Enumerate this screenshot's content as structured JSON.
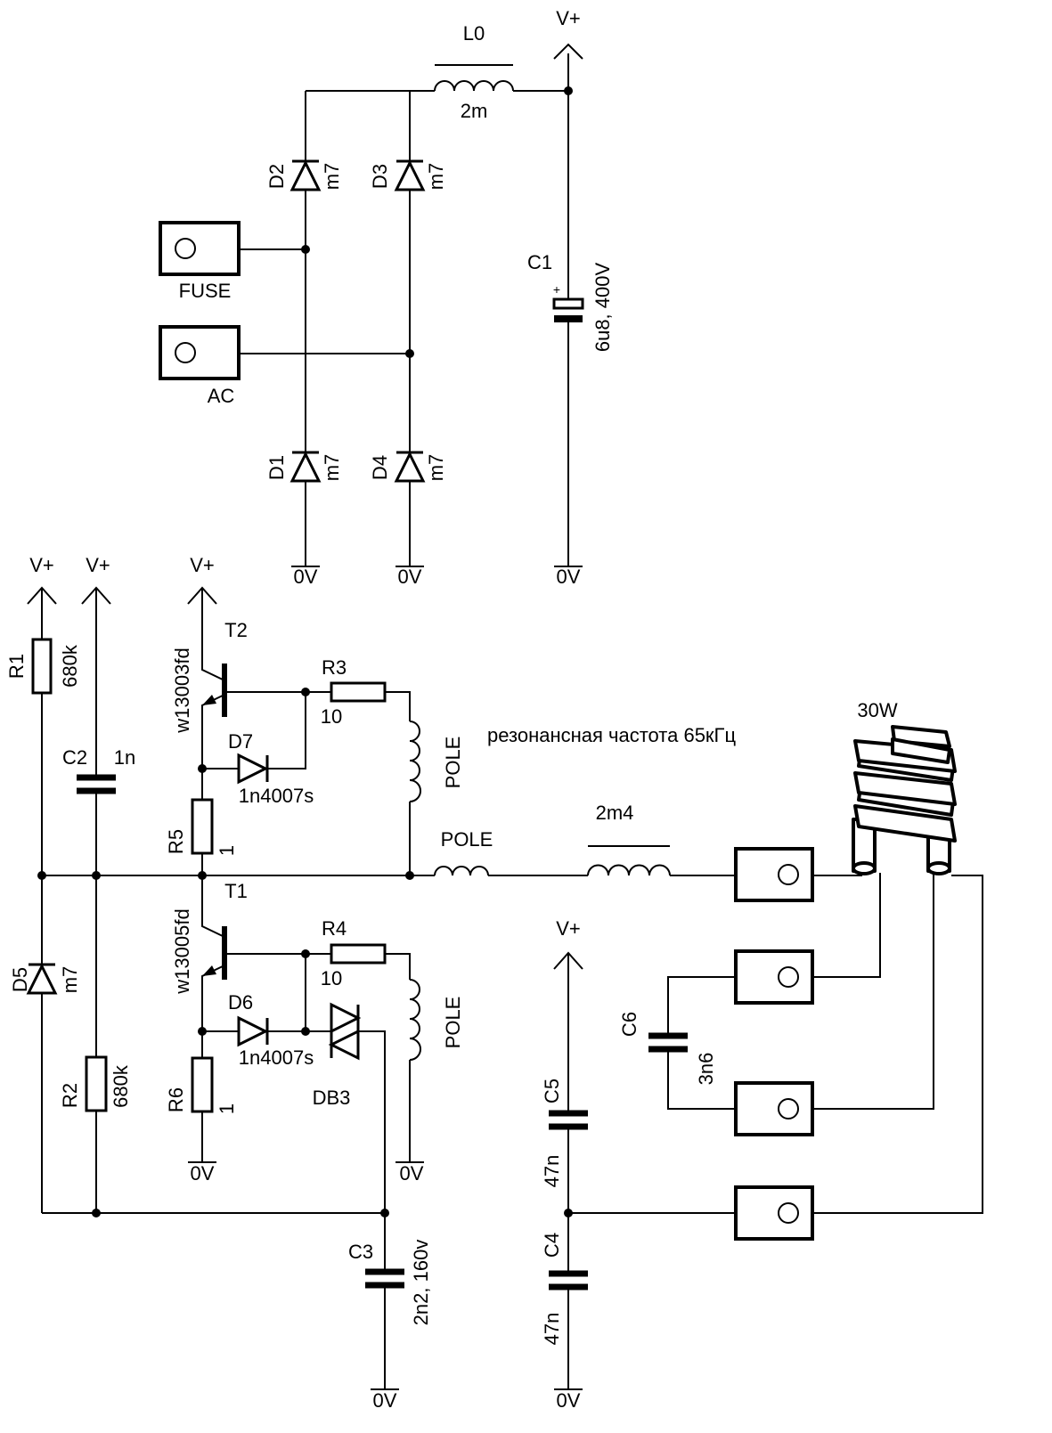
{
  "labels": {
    "L0": "L0",
    "L0_val": "2m",
    "D2": "D2",
    "D2_val": "m7",
    "D3": "D3",
    "D3_val": "m7",
    "D1": "D1",
    "D1_val": "m7",
    "D4": "D4",
    "D4_val": "m7",
    "FUSE": "FUSE",
    "AC": "AC",
    "C1": "C1",
    "C1_val": "6u8, 400V",
    "R1": "R1",
    "R1_val": "680k",
    "C2": "C2",
    "C2_val": "1n",
    "T2": "T2",
    "T2_val": "w13003fd",
    "R3": "R3",
    "R3_val": "10",
    "D7": "D7",
    "D7_val": "1n4007s",
    "R5": "R5",
    "R5_val": "1",
    "POLE_top": "POLE",
    "POLE_mid": "POLE",
    "POLE_bot": "POLE",
    "note": "резонансная частота 65кГц",
    "lamp": "30W",
    "L_2m4": "2m4",
    "T1": "T1",
    "T1_val": "w13005fd",
    "R4": "R4",
    "R4_val": "10",
    "D6": "D6",
    "D6_val": "1n4007s",
    "DB3": "DB3",
    "D5": "D5",
    "D5_val": "m7",
    "R2": "R2",
    "R2_val": "680k",
    "R6": "R6",
    "R6_val": "1",
    "C3": "C3",
    "C3_val": "2n2, 160v",
    "C5": "C5",
    "C5_val": "47n",
    "C4": "C4",
    "C4_val": "47n",
    "C6": "C6",
    "C6_val": "3n6"
  },
  "power": {
    "vplus": "V+",
    "gnd": "0V"
  }
}
